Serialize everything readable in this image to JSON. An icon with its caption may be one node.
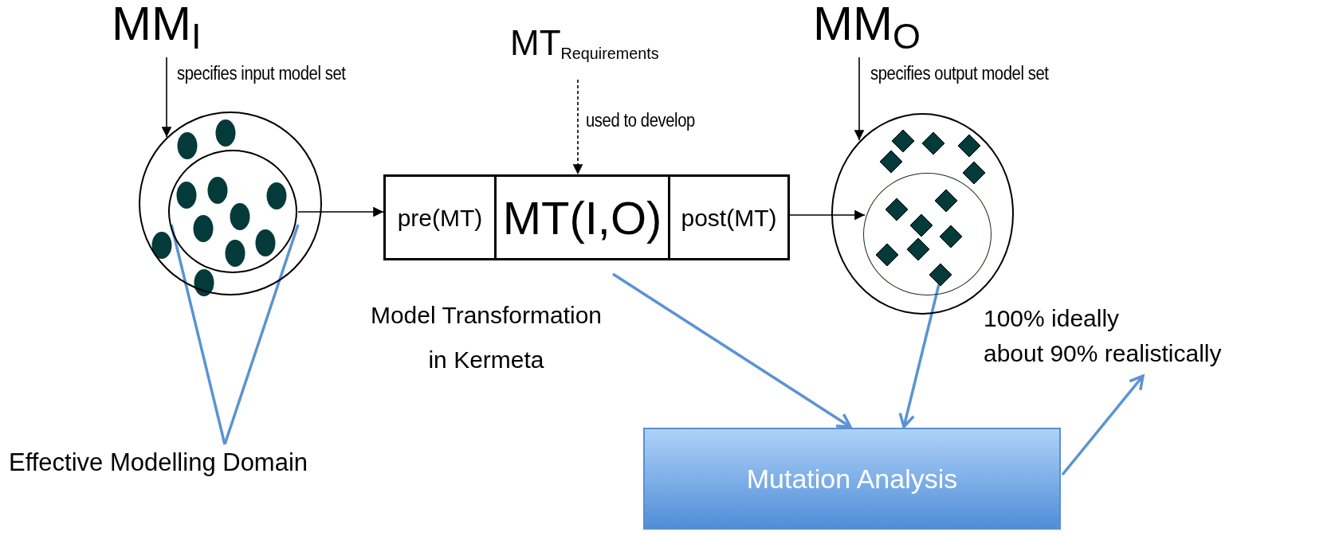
{
  "diagram": {
    "nodes": [
      {
        "text": [
          "MM$_{I}$"
        ]
      },
      {
        "text": [],
        "shape": "circle"
      },
      {
        "text": [],
        "shape": "circle",
        "in": 1
      },
      {
        "text": [
          "pre(MT)"
        ]
      },
      {
        "text": [
          "MT(I,O)"
        ]
      },
      {
        "text": [
          "post(MT)"
        ]
      },
      {
        "text": [
          "MT$_{Requirements}$"
        ]
      },
      {
        "text": [
          "MM$_{O}$"
        ]
      },
      {
        "text": [],
        "shape": "circle"
      },
      {
        "text": [],
        "shape": "circle",
        "in": 8
      },
      {
        "text": [],
        "shape": "diamond",
        "in": 9
      },
      {
        "text": [
          "Model Transformation in Kermeta"
        ]
      },
      {
        "text": [
          "100% ideally",
          "about 90% realistically"
        ]
      },
      {
        "text": [
          "Mutation Analysis"
        ]
      },
      {
        "text": [
          "Effective Modelling Domain"
        ]
      }
    ],
    "edges": [
      {
        "from": 0,
        "to": 1,
        "arrow": "to",
        "label": "specifies input model set"
      },
      {
        "from": 2,
        "to": 3,
        "arrow": "to"
      },
      {
        "from": 6,
        "to": 4,
        "arrow": "to",
        "label": "used to develop",
        "style": "dashed"
      },
      {
        "from": 7,
        "to": 8,
        "arrow": "to",
        "label": "specifies output model set"
      },
      {
        "from": 5,
        "to": 9,
        "arrow": "to"
      },
      {
        "from": 4,
        "to": 13,
        "arrow": "to",
        "color": "#5b93d3"
      },
      {
        "from": 10,
        "to": 13,
        "arrow": "to",
        "color": "#5b93d3"
      },
      {
        "from": 13,
        "to": 12,
        "arrow": "to",
        "color": "#5b93d3"
      },
      {
        "from": 14,
        "to": 2,
        "arrow": "none",
        "color": "#5b93d3"
      },
      {
        "from": 14,
        "to": 2,
        "arrow": "none",
        "color": "#5b93d3"
      }
    ]
  }
}
